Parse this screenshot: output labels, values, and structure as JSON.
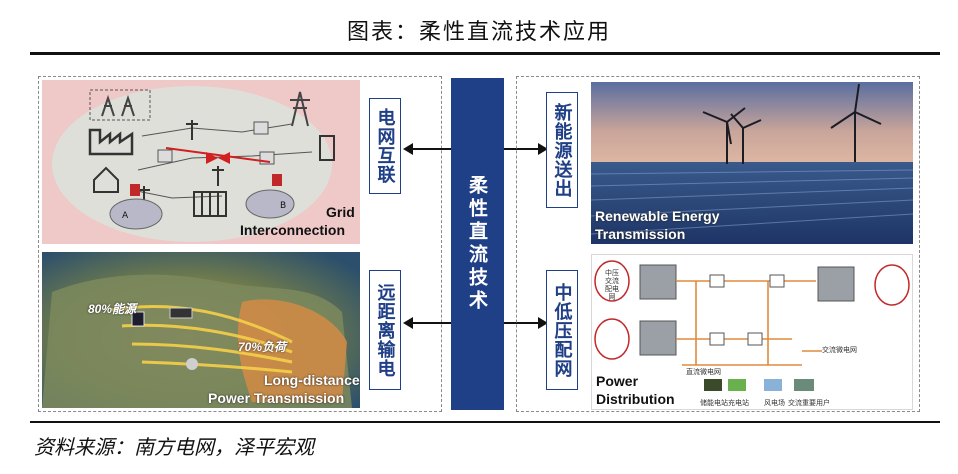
{
  "title": "图表：柔性直流技术应用",
  "source": "资料来源：南方电网，泽平宏观",
  "center": {
    "label": "柔性直流技术"
  },
  "left": {
    "top": {
      "label": "电网互联",
      "caption_line1": "Grid",
      "caption_line2": "Interconnection",
      "site_a": "A",
      "site_b": "B"
    },
    "bottom": {
      "label": "远距离输电",
      "caption_line1": "Long-distance",
      "caption_line2": "Power Transmission",
      "tag_energy": "80%能源",
      "tag_load": "70%负荷"
    }
  },
  "right": {
    "top": {
      "label": "新能源送出",
      "caption_line1": "Renewable Energy",
      "caption_line2": "Transmission"
    },
    "bottom": {
      "label": "中低压配网",
      "caption_line1": "Power",
      "caption_line2": "Distribution",
      "ac_node": "中压交流配电网",
      "dc_grid": "直流微电网",
      "ac_micro": "交流微电网",
      "storage": "储能电站",
      "charging": "充电站",
      "wind": "风电场",
      "ac_user": "交流重要用户"
    }
  }
}
